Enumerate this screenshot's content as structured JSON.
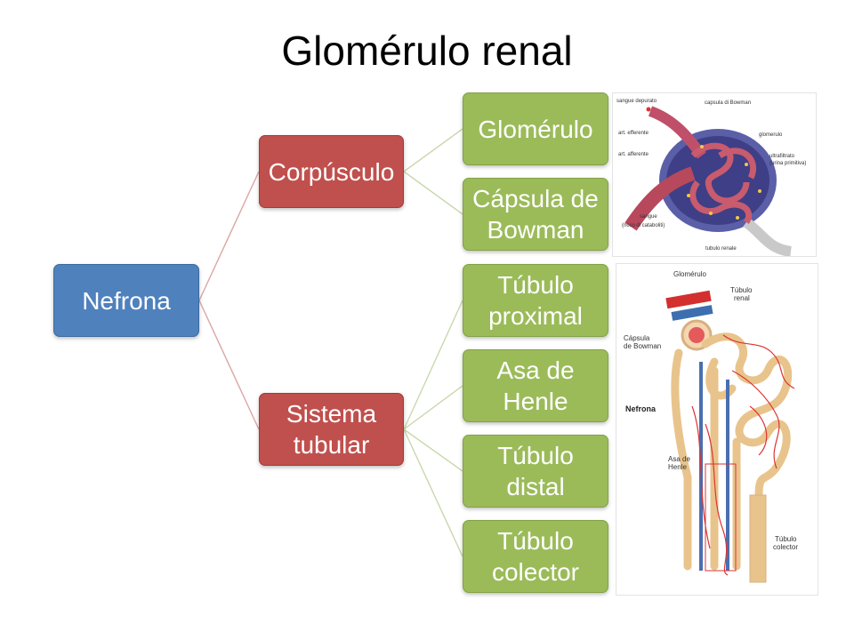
{
  "title": "Glomérulo renal",
  "root": {
    "label": "Nefrona",
    "color": "#4f81bd"
  },
  "branches": [
    {
      "label": "Corpúsculo",
      "color": "#c0504d",
      "children": [
        {
          "label": "Glomérulo"
        },
        {
          "label": "Cápsula de\nBowman"
        }
      ]
    },
    {
      "label": "Sistema\ntubular",
      "color": "#c0504d",
      "children": [
        {
          "label": "Túbulo\nproximal"
        },
        {
          "label": "Asa de\nHenle"
        },
        {
          "label": "Túbulo\ndistal"
        },
        {
          "label": "Túbulo\ncolector"
        }
      ]
    }
  ],
  "leaf_color": "#9bbb59",
  "figure_top": {
    "icon": "glomerulus-illustration",
    "labels": {
      "sangue_depurado": "sangue depurato",
      "capsula": "capsula di Bowman",
      "aff_efferente": "art. efferente",
      "aff_afferente": "art. afferente",
      "glomerulo": "glomerulo",
      "ultrafiltrato": "ultrafiltrato",
      "urina": "(urina primitiva)",
      "sangue_ricco": "sangue",
      "sangue_ricco2": "(ricco di cataboliti)",
      "tubulo": "tubulo renale"
    }
  },
  "figure_bottom": {
    "icon": "nephron-illustration",
    "labels": {
      "glomerulo": "Glomérulo",
      "tubulo_renal_1": "Túbulo",
      "tubulo_renal_2": "renal",
      "capsula_1": "Cápsula",
      "capsula_2": "de Bowman",
      "nefrona": "Nefrona",
      "asa_1": "Asa de",
      "asa_2": "Henle",
      "colector_1": "Túbulo",
      "colector_2": "colector"
    }
  }
}
